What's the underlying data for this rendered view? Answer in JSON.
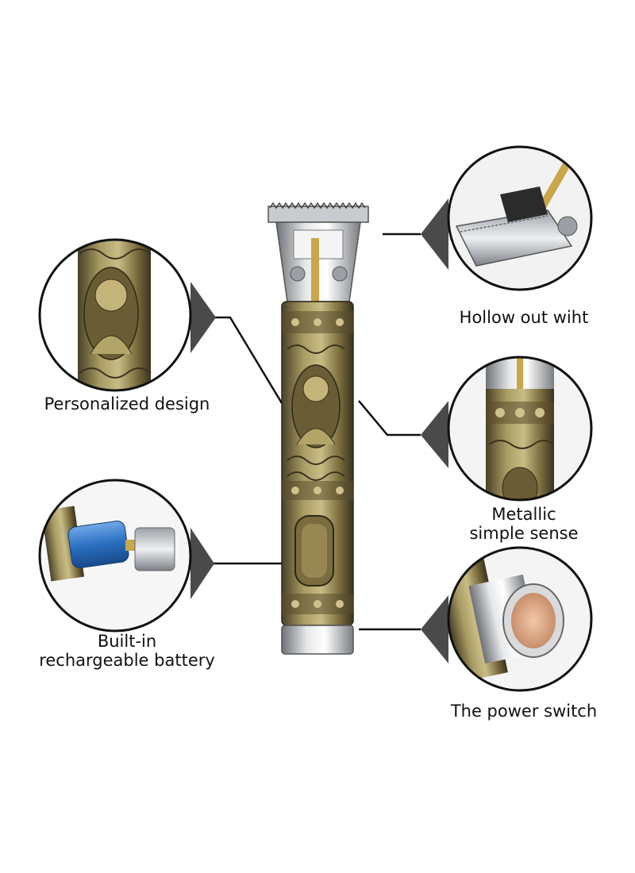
{
  "labels": {
    "personalized": "Personalized design",
    "hollow": "Hollow out wiht",
    "metallic_line1": "Metallic",
    "metallic_line2": "simple sense",
    "battery_line1": "Built-in",
    "battery_line2": "rechargeable battery",
    "power": "The power switch"
  },
  "colors": {
    "bronze": "#8a7a45",
    "bronze_dark": "#3d3420",
    "steel": "#c0c4c8",
    "outline": "#111111",
    "battery_blue": "#2a6fc0"
  }
}
